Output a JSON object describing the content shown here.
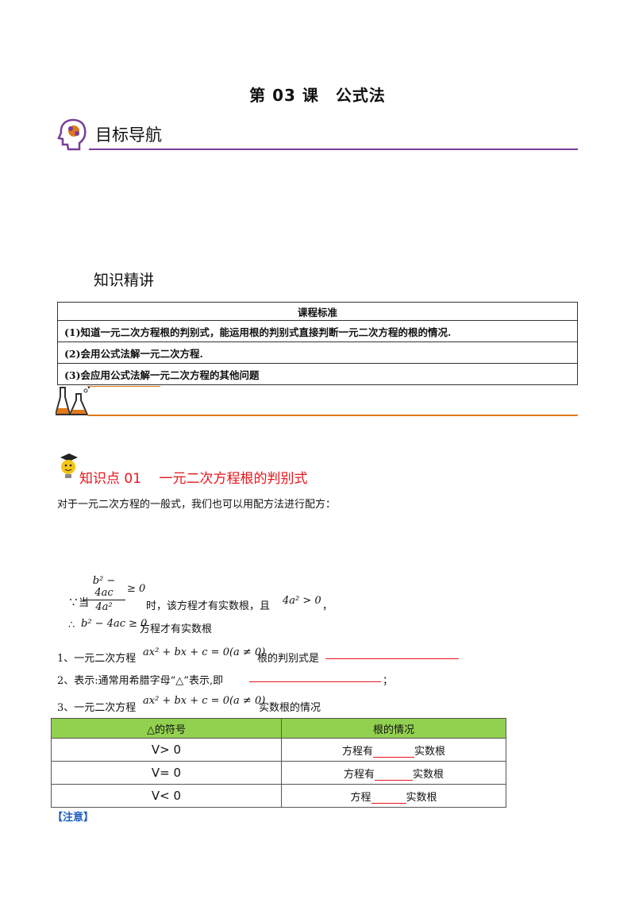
{
  "title": "第 03 课　公式法",
  "section_goal": "目标导航",
  "section_knowledge": "知识精讲",
  "standard_table": {
    "header": "课程标准",
    "rows": [
      "(1)知道一元二次方程根的判别式，能运用根的判别式直接判断一元二次方程的根的情况.",
      "(2)会用公式法解一元二次方程.",
      "(3)会应用公式法解一元二次方程的其他问题"
    ]
  },
  "kp": {
    "title": "知识点 01　 一元二次方程根的判别式",
    "intro": "对于一元二次方程的一般式，我们也可以用配方法进行配方：",
    "line1_because": "∵当",
    "frac_num": "b² − 4ac",
    "frac_den": "4a²",
    "frac_rel": "≥ 0",
    "line1_mid": "时，该方程才有实数根，且",
    "line1_expr": "4a² > 0",
    "line1_end": "，",
    "line2_therefore": "∴",
    "line2_expr": "b² − 4ac ≥ 0",
    "line2_text": "方程才有实数根",
    "item1_pre": "1、一元二次方程",
    "item1_expr": "ax² + bx + c = 0(a ≠ 0)",
    "item1_post": "根的判别式是",
    "item2_text": "2、表示:通常用希腊字母“△”表示,即",
    "item2_end": "；",
    "item3_pre": "3、一元二次方程",
    "item3_expr": "ax² + bx + c = 0(a ≠ 0)",
    "item3_post": "实数根的情况"
  },
  "root_table": {
    "headers": [
      "△的符号",
      "根的情况"
    ],
    "rows": [
      {
        "sign": "V> 0",
        "pre": "方程有",
        "post": "实数根"
      },
      {
        "sign": "V= 0",
        "pre": "方程有",
        "post": "实数根"
      },
      {
        "sign": "V< 0",
        "pre": "方程",
        "post": "实数根"
      }
    ]
  },
  "note": "【注意】",
  "colors": {
    "purple": "#7a3d97",
    "orange": "#e07a1a",
    "red": "#e8141b",
    "green": "#92d050"
  },
  "icons": [
    "brain-head-icon",
    "lab-flask-icon",
    "lightbulb-graduate-icon"
  ]
}
